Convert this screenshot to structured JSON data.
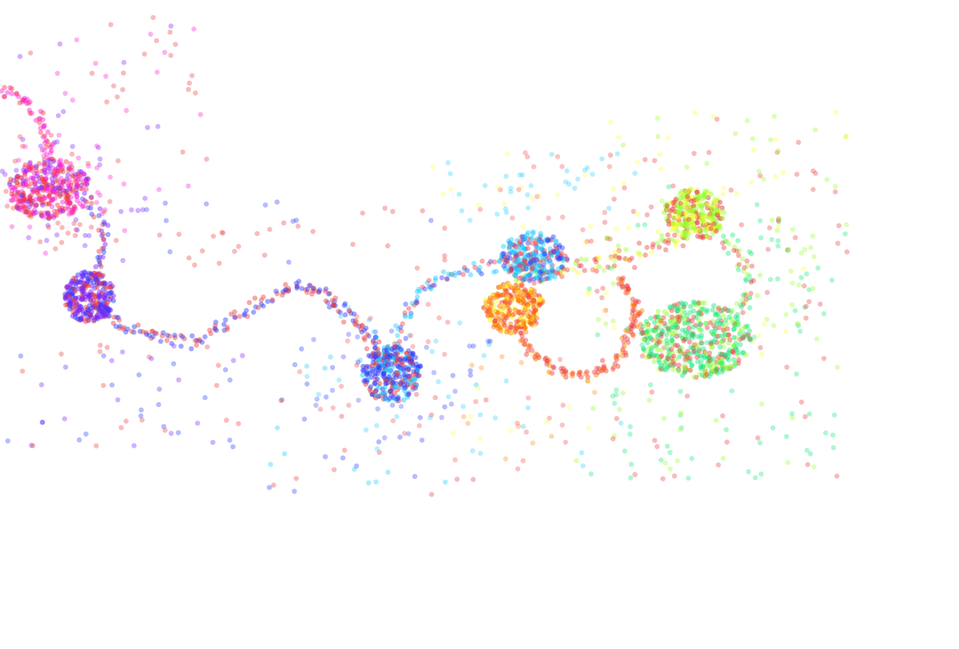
{
  "background_color": "#ffffff",
  "palette": {
    "red": "#ee3b3b",
    "magenta": "#ff1fd6",
    "violet": "#7a1fff",
    "blue": "#2b3cff",
    "cyan": "#18c9ff",
    "orange": "#ff7a00",
    "yellow": "#ffff3a",
    "lime": "#9aff2c",
    "green": "#19e87a"
  },
  "clusters": [
    {
      "name": "magenta-cluster",
      "color": "magenta"
    },
    {
      "name": "violet-cluster",
      "color": "violet"
    },
    {
      "name": "blue-cluster",
      "color": "blue"
    },
    {
      "name": "cyan-cluster",
      "color": "cyan"
    },
    {
      "name": "orange-cluster",
      "color": "orange"
    },
    {
      "name": "lime-cluster",
      "color": "lime"
    },
    {
      "name": "green-cluster",
      "color": "green"
    }
  ]
}
